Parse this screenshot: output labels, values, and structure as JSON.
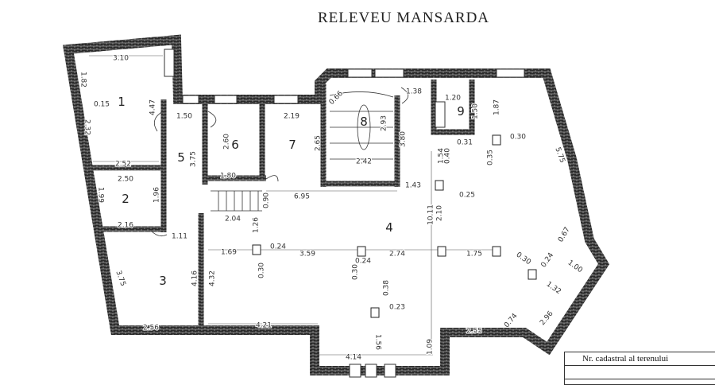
{
  "title": "RELEVEU MANSARDA",
  "rooms": [
    "1",
    "2",
    "3",
    "4",
    "5",
    "6",
    "7",
    "8",
    "9"
  ],
  "dims": [
    "3.10",
    "1.82",
    "0.15",
    "2.32",
    "4.47",
    "2.52",
    "2.50",
    "1.99",
    "1.96",
    "2.16",
    "1.50",
    "3.75",
    "2.60",
    "1.80",
    "2.19",
    "2.65",
    "0.90",
    "6.95",
    "2.04",
    "1.11",
    "0.66",
    "2.93",
    "3.80",
    "2.42",
    "1.38",
    "1.20",
    "1.50",
    "1.87",
    "0.31",
    "0.30",
    "0.35",
    "5.75",
    "1.54",
    "0.40",
    "1.43",
    "0.25",
    "10.11",
    "2.10",
    "1.26",
    "0.24",
    "1.69",
    "3.59",
    "0.30",
    "0.24",
    "2.74",
    "0.30",
    "1.75",
    "0.67",
    "1.00",
    "0.30",
    "0.24",
    "1.32",
    "0.38",
    "0.23",
    "1.56",
    "4.21",
    "4.32",
    "4.16",
    "3.75",
    "2.56",
    "4.14",
    "1.09",
    "2.55",
    "0.74",
    "2.96"
  ],
  "title_block": {
    "cadastral_label": "Nr. cadastral al terenului"
  },
  "colors": {
    "wall": "#2a2a2a",
    "line": "#333333"
  }
}
